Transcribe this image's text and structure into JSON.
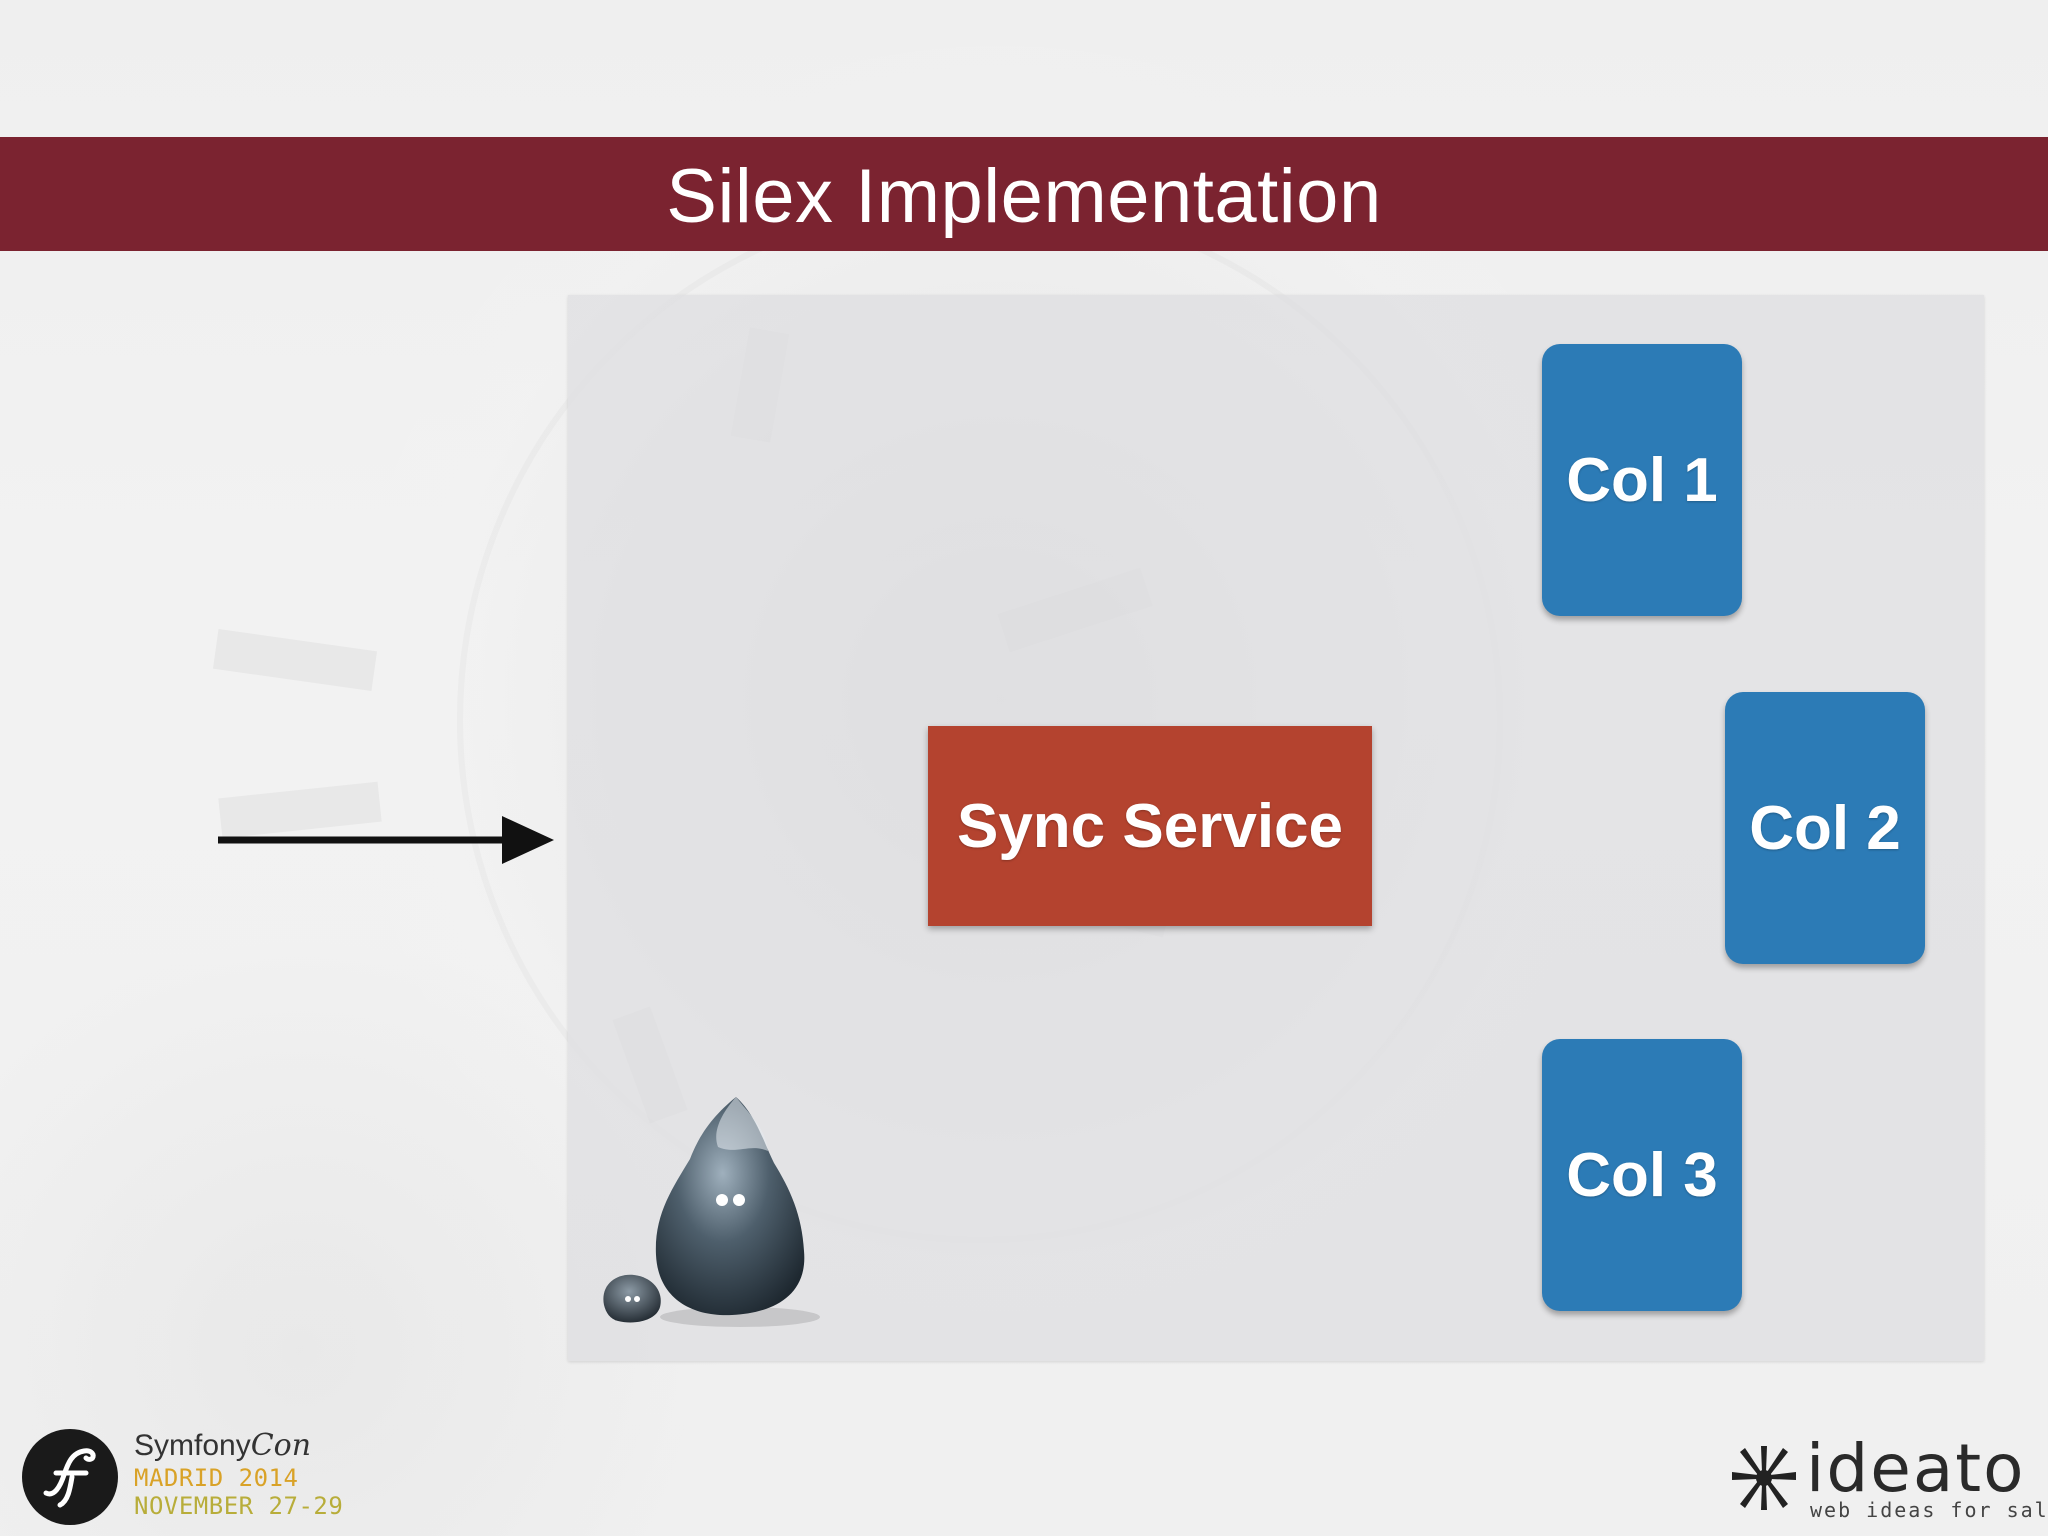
{
  "slide": {
    "title": "Silex Implementation"
  },
  "diagram": {
    "sync_service": {
      "label": "Sync Service",
      "color": "#b4432f"
    },
    "collections": [
      {
        "label": "Col 1"
      },
      {
        "label": "Col 2"
      },
      {
        "label": "Col 3"
      }
    ],
    "collection_color": "#2c7bb6",
    "banner_color": "#7b2330",
    "incoming_arrow": "arrow-right"
  },
  "footer": {
    "symfonycon": {
      "title_main": "Symfony",
      "title_con": "Con",
      "city": "MADRID 2014",
      "date": "NOVEMBER 27-29"
    },
    "ideato": {
      "word": "ideato",
      "tagline": "web ideas for sale"
    }
  }
}
